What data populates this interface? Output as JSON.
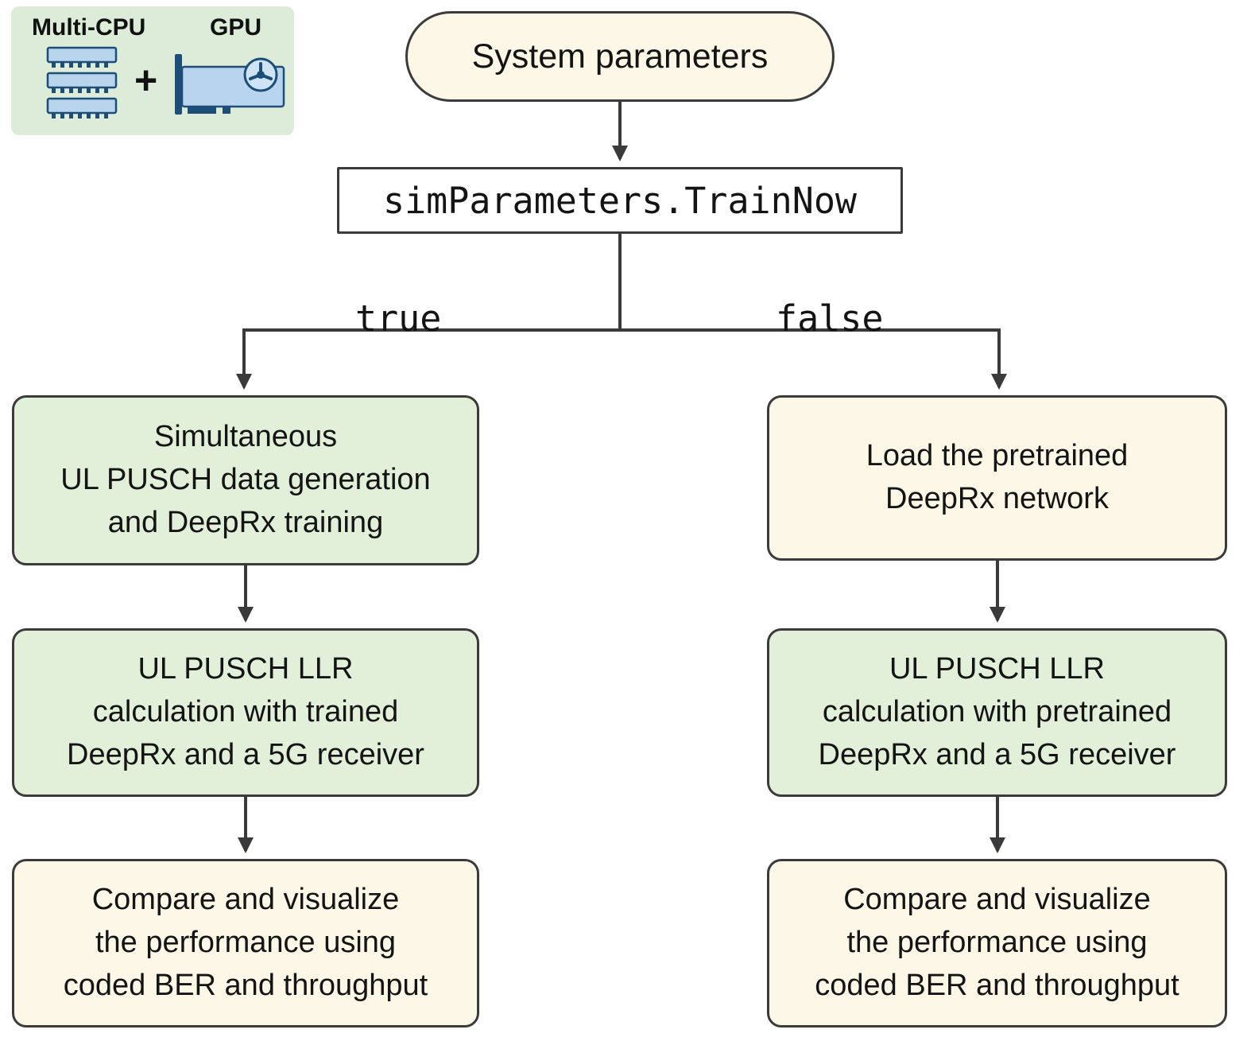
{
  "legend": {
    "multi_cpu_label": "Multi-CPU",
    "gpu_label": "GPU",
    "plus_sign": "+"
  },
  "flowchart": {
    "start_node": "System parameters",
    "decision_node": "simParameters.TrainNow",
    "true_label": "true",
    "false_label": "false",
    "true_branch": {
      "step1": "Simultaneous\nUL PUSCH data generation\nand DeepRx training",
      "step2": "UL PUSCH LLR\ncalculation with trained\nDeepRx and a 5G receiver",
      "step3": "Compare and visualize\nthe performance using\ncoded BER and throughput"
    },
    "false_branch": {
      "step1": "Load the pretrained\nDeepRx network",
      "step2": "UL PUSCH LLR\ncalculation with pretrained\nDeepRx and a 5G receiver",
      "step3": "Compare and visualize\nthe performance using\ncoded BER and throughput"
    }
  },
  "colors": {
    "green_fill": "#e2efd9",
    "cream_fill": "#fcf7e6",
    "legend_bg": "#dcecd8",
    "border": "#3b3b3b",
    "arrow": "#3a3a3a",
    "icon_dark_blue": "#1d4e77",
    "icon_light_blue": "#b9d5ee"
  }
}
